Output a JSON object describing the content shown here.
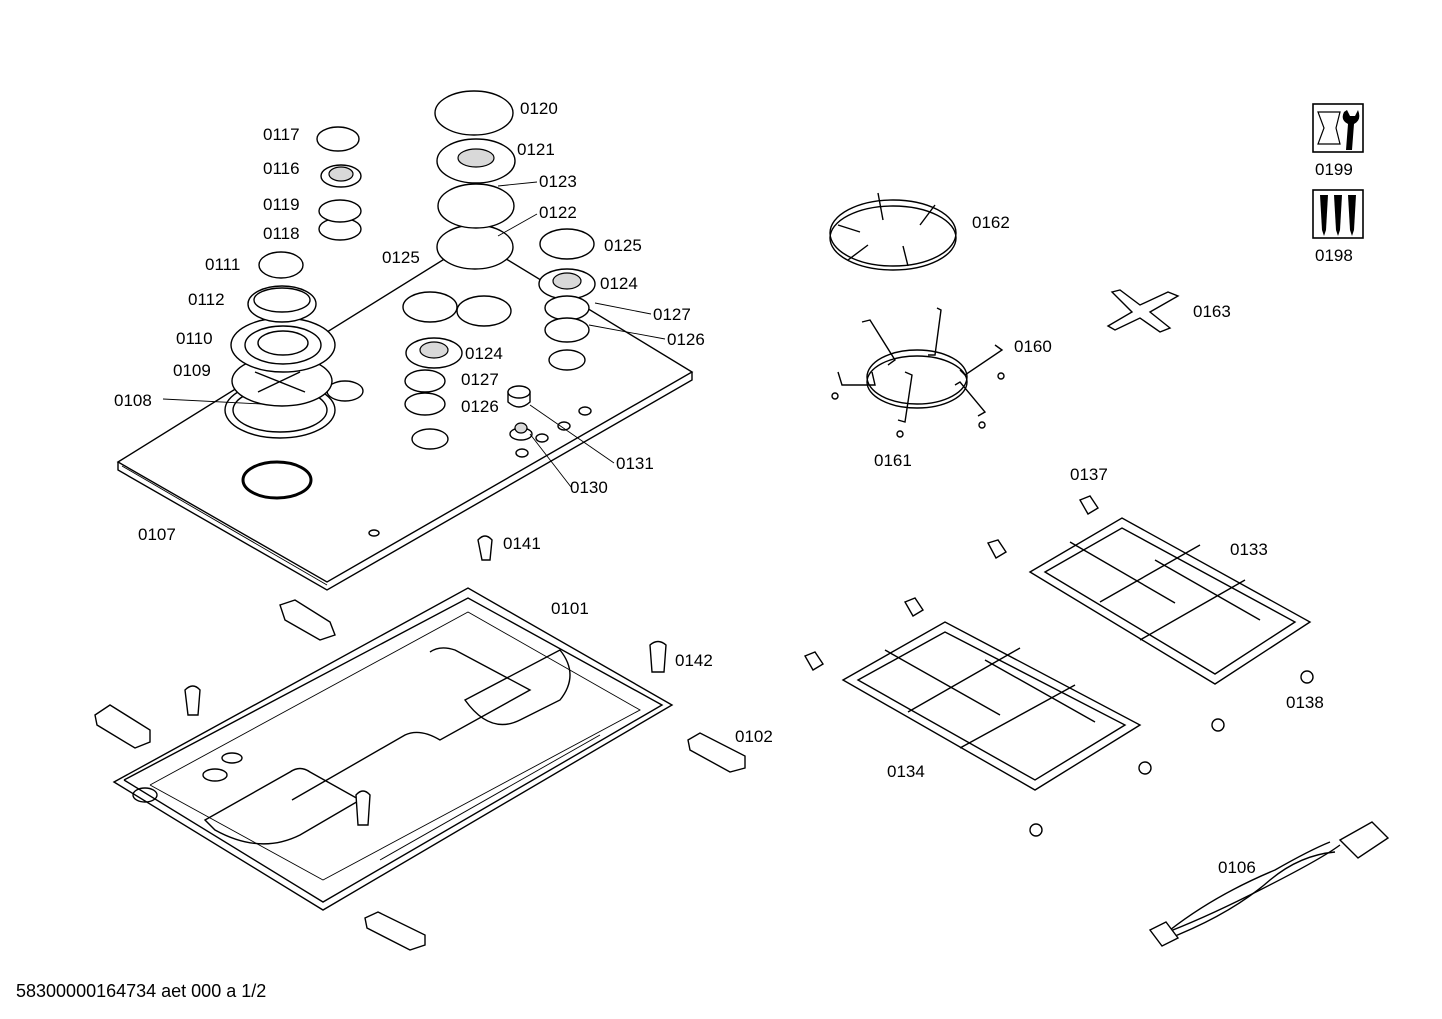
{
  "footer": "58300000164734 aet 000 a 1/2",
  "labels": {
    "p0120": "0120",
    "p0121": "0121",
    "p0123": "0123",
    "p0122": "0122",
    "p0117": "0117",
    "p0116": "0116",
    "p0119": "0119",
    "p0118": "0118",
    "p0111": "0111",
    "p0112": "0112",
    "p0110": "0110",
    "p0109": "0109",
    "p0108": "0108",
    "p0125a": "0125",
    "p0125b": "0125",
    "p0124a": "0124",
    "p0124b": "0124",
    "p0127a": "0127",
    "p0127b": "0127",
    "p0126a": "0126",
    "p0126b": "0126",
    "p0131": "0131",
    "p0130": "0130",
    "p0107": "0107",
    "p0141": "0141",
    "p0101": "0101",
    "p0142": "0142",
    "p0102": "0102",
    "p0162": "0162",
    "p0163": "0163",
    "p0160": "0160",
    "p0161": "0161",
    "p0137": "0137",
    "p0133": "0133",
    "p0138": "0138",
    "p0134": "0134",
    "p0106": "0106",
    "p0199": "0199",
    "p0198": "0198"
  },
  "icons": {
    "tool": "wrench-icon",
    "screws": "screws-icon"
  }
}
